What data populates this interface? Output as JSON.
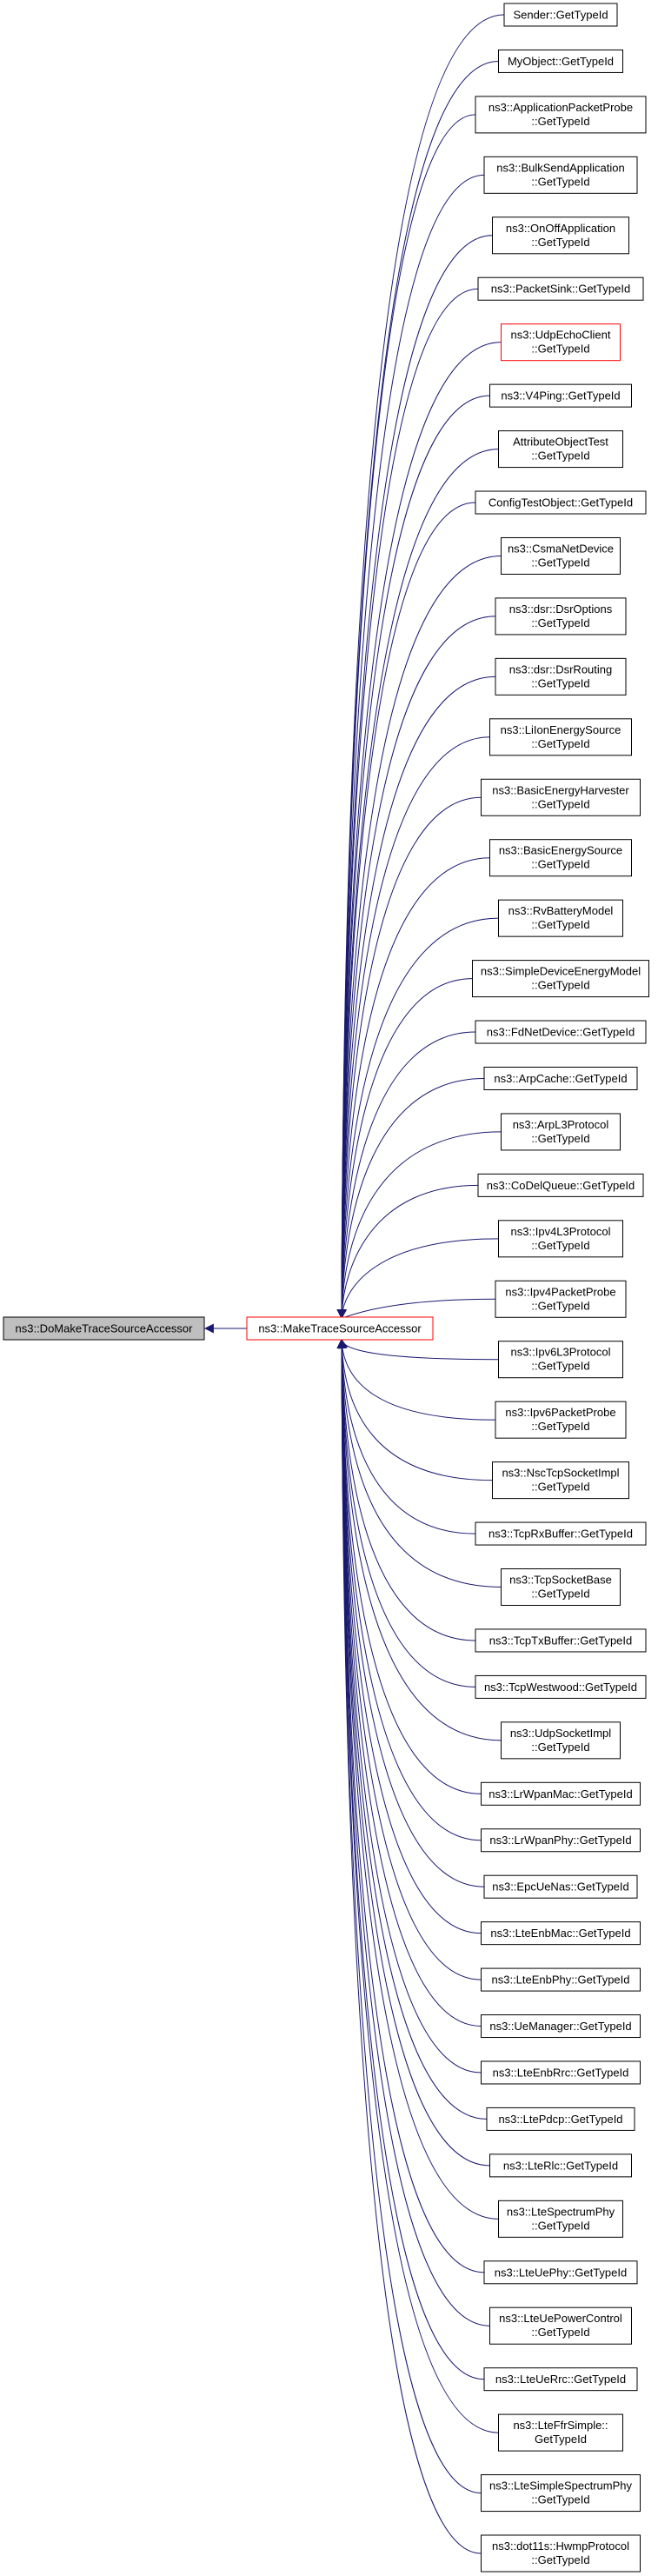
{
  "colors": {
    "edge": "#191970",
    "node_border": "#000000",
    "highlight_border": "#ff0000",
    "root_fill": "#bfbfbf",
    "node_fill": "#ffffff"
  },
  "root": {
    "label": "ns3::DoMakeTraceSourceAccessor"
  },
  "hub": {
    "label": "ns3::MakeTraceSourceAccessor"
  },
  "callers": [
    {
      "lines": [
        "Sender::GetTypeId"
      ]
    },
    {
      "lines": [
        "MyObject::GetTypeId"
      ]
    },
    {
      "lines": [
        "ns3::ApplicationPacketProbe",
        "::GetTypeId"
      ]
    },
    {
      "lines": [
        "ns3::BulkSendApplication",
        "::GetTypeId"
      ]
    },
    {
      "lines": [
        "ns3::OnOffApplication",
        "::GetTypeId"
      ]
    },
    {
      "lines": [
        "ns3::PacketSink::GetTypeId"
      ]
    },
    {
      "lines": [
        "ns3::UdpEchoClient",
        "::GetTypeId"
      ],
      "highlight": true
    },
    {
      "lines": [
        "ns3::V4Ping::GetTypeId"
      ]
    },
    {
      "lines": [
        "AttributeObjectTest",
        "::GetTypeId"
      ]
    },
    {
      "lines": [
        "ConfigTestObject::GetTypeId"
      ]
    },
    {
      "lines": [
        "ns3::CsmaNetDevice",
        "::GetTypeId"
      ]
    },
    {
      "lines": [
        "ns3::dsr::DsrOptions",
        "::GetTypeId"
      ]
    },
    {
      "lines": [
        "ns3::dsr::DsrRouting",
        "::GetTypeId"
      ]
    },
    {
      "lines": [
        "ns3::LiIonEnergySource",
        "::GetTypeId"
      ]
    },
    {
      "lines": [
        "ns3::BasicEnergyHarvester",
        "::GetTypeId"
      ]
    },
    {
      "lines": [
        "ns3::BasicEnergySource",
        "::GetTypeId"
      ]
    },
    {
      "lines": [
        "ns3::RvBatteryModel",
        "::GetTypeId"
      ]
    },
    {
      "lines": [
        "ns3::SimpleDeviceEnergyModel",
        "::GetTypeId"
      ]
    },
    {
      "lines": [
        "ns3::FdNetDevice::GetTypeId"
      ]
    },
    {
      "lines": [
        "ns3::ArpCache::GetTypeId"
      ]
    },
    {
      "lines": [
        "ns3::ArpL3Protocol",
        "::GetTypeId"
      ]
    },
    {
      "lines": [
        "ns3::CoDelQueue::GetTypeId"
      ]
    },
    {
      "lines": [
        "ns3::Ipv4L3Protocol",
        "::GetTypeId"
      ]
    },
    {
      "lines": [
        "ns3::Ipv4PacketProbe",
        "::GetTypeId"
      ]
    },
    {
      "lines": [
        "ns3::Ipv6L3Protocol",
        "::GetTypeId"
      ]
    },
    {
      "lines": [
        "ns3::Ipv6PacketProbe",
        "::GetTypeId"
      ]
    },
    {
      "lines": [
        "ns3::NscTcpSocketImpl",
        "::GetTypeId"
      ]
    },
    {
      "lines": [
        "ns3::TcpRxBuffer::GetTypeId"
      ]
    },
    {
      "lines": [
        "ns3::TcpSocketBase",
        "::GetTypeId"
      ]
    },
    {
      "lines": [
        "ns3::TcpTxBuffer::GetTypeId"
      ]
    },
    {
      "lines": [
        "ns3::TcpWestwood::GetTypeId"
      ]
    },
    {
      "lines": [
        "ns3::UdpSocketImpl",
        "::GetTypeId"
      ]
    },
    {
      "lines": [
        "ns3::LrWpanMac::GetTypeId"
      ]
    },
    {
      "lines": [
        "ns3::LrWpanPhy::GetTypeId"
      ]
    },
    {
      "lines": [
        "ns3::EpcUeNas::GetTypeId"
      ]
    },
    {
      "lines": [
        "ns3::LteEnbMac::GetTypeId"
      ]
    },
    {
      "lines": [
        "ns3::LteEnbPhy::GetTypeId"
      ]
    },
    {
      "lines": [
        "ns3::UeManager::GetTypeId"
      ]
    },
    {
      "lines": [
        "ns3::LteEnbRrc::GetTypeId"
      ]
    },
    {
      "lines": [
        "ns3::LtePdcp::GetTypeId"
      ]
    },
    {
      "lines": [
        "ns3::LteRlc::GetTypeId"
      ]
    },
    {
      "lines": [
        "ns3::LteSpectrumPhy",
        "::GetTypeId"
      ]
    },
    {
      "lines": [
        "ns3::LteUePhy::GetTypeId"
      ]
    },
    {
      "lines": [
        "ns3::LteUePowerControl",
        "::GetTypeId"
      ]
    },
    {
      "lines": [
        "ns3::LteUeRrc::GetTypeId"
      ]
    },
    {
      "lines": [
        "ns3::LteFfrSimple::",
        "GetTypeId"
      ]
    },
    {
      "lines": [
        "ns3::LteSimpleSpectrumPhy",
        "::GetTypeId"
      ]
    },
    {
      "lines": [
        "ns3::dot11s::HwmpProtocol",
        "::GetTypeId"
      ]
    }
  ]
}
